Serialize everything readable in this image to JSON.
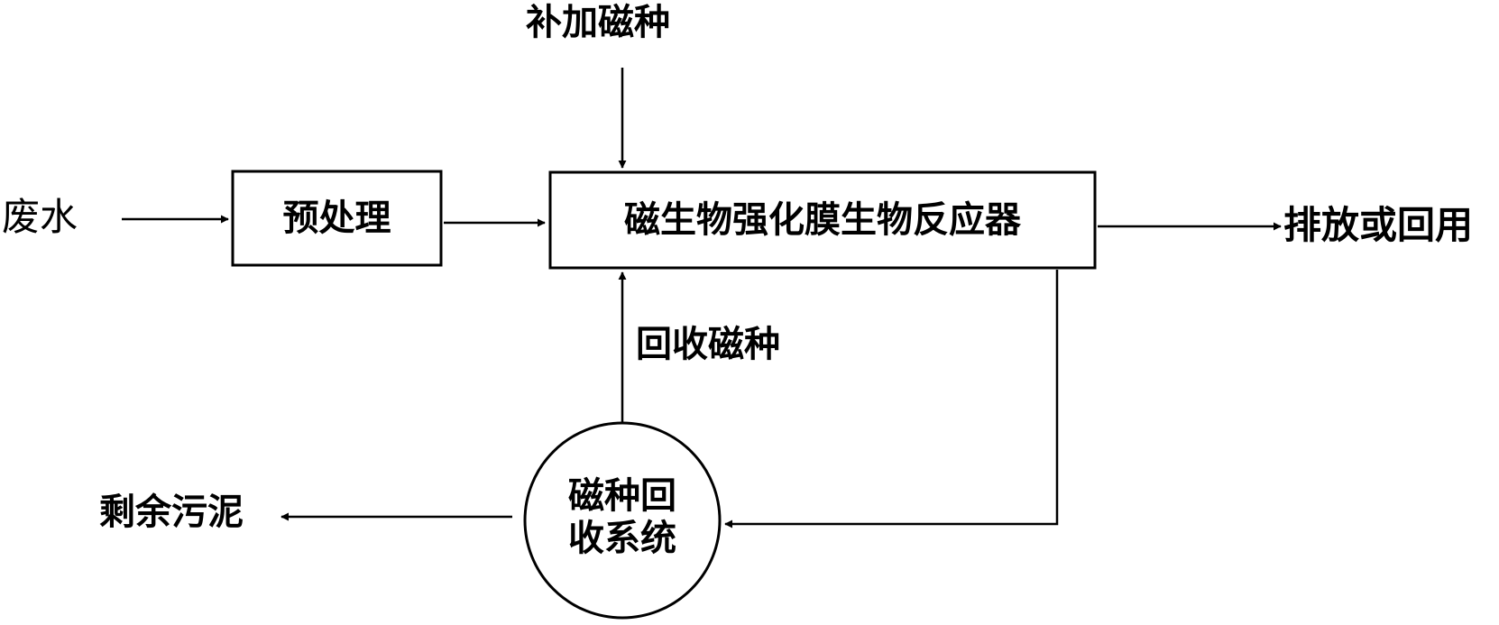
{
  "nodes": {
    "pretreatment": "预处理",
    "reactor": "磁生物强化膜生物反应器",
    "recovery_line1": "磁种回",
    "recovery_line2": "收系统"
  },
  "labels": {
    "wastewater": "废水",
    "supplement_seed": "补加磁种",
    "discharge_reuse": "排放或回用",
    "recovered_seed": "回收磁种",
    "excess_sludge": "剩余污泥"
  }
}
